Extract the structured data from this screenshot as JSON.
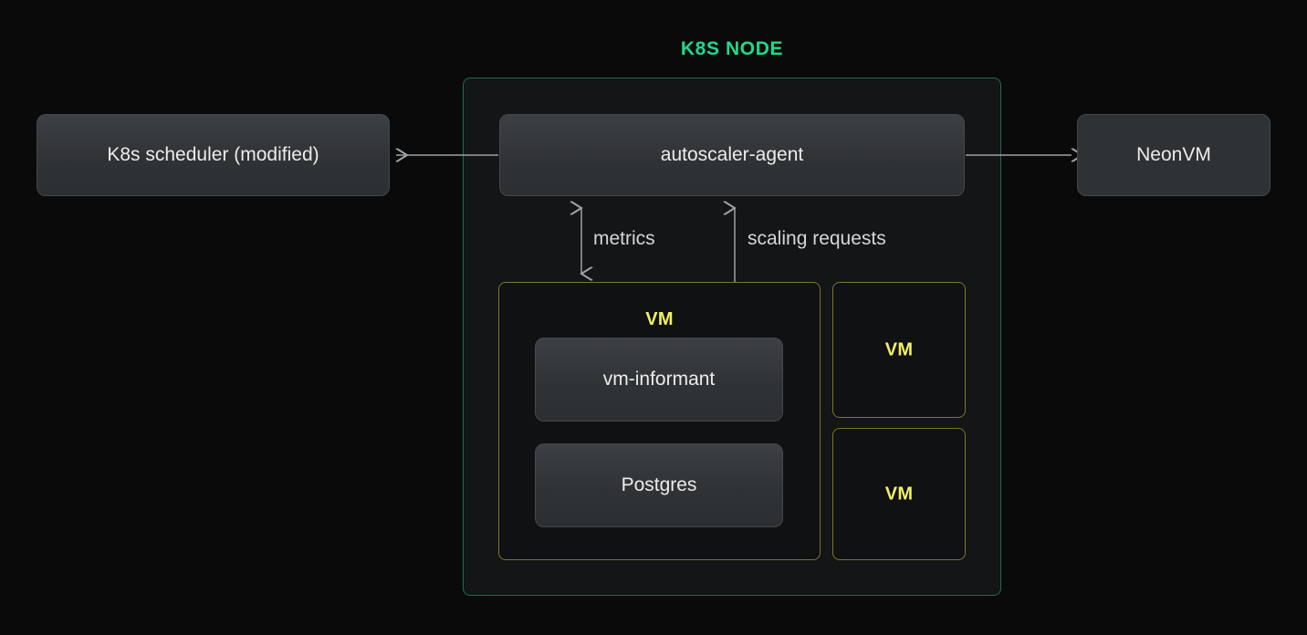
{
  "diagram": {
    "title": "K8S NODE",
    "title_color": "#1fd98c",
    "background_color": "#0a0a0a",
    "node_background_color": "#131516",
    "node_border_color": "#1f6a52",
    "vm_border_color": "#7d7628",
    "vm_label_color": "#f2ef63",
    "card_color": "#303336",
    "arrow_color": "#9ea2a6"
  },
  "nodes": {
    "scheduler": "K8s scheduler (modified)",
    "autoscaler": "autoscaler-agent",
    "neonvm": "NeonVM",
    "vm_main": "VM",
    "vm_second": "VM",
    "vm_third": "VM",
    "informant": "vm-informant",
    "postgres": "Postgres"
  },
  "edges": {
    "scheduler_edge_label": "",
    "neonvm_edge_label": "",
    "metrics": "metrics",
    "scaling_requests": "scaling requests"
  }
}
